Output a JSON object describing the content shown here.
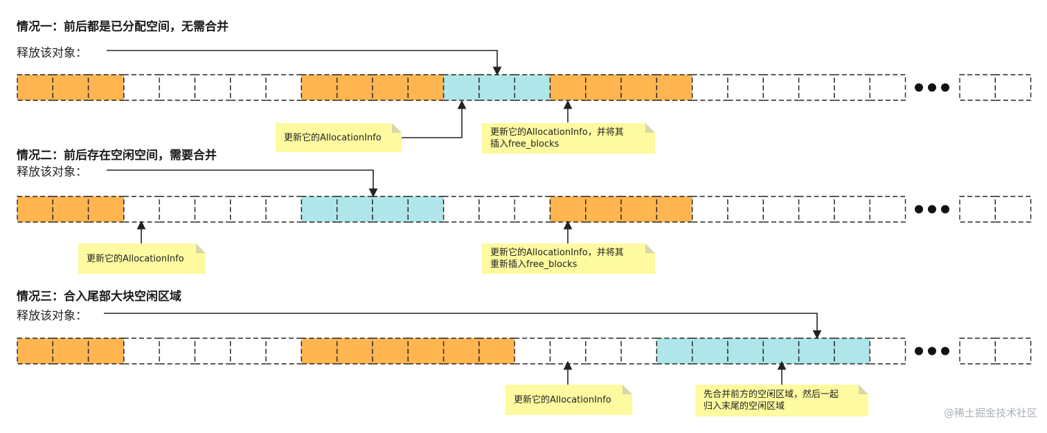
{
  "colors": {
    "allocated": "#ffb550",
    "free": "#aee6ea",
    "empty": "#ffffff",
    "note_bg": "#fdfaa0",
    "line": "#222222"
  },
  "case1": {
    "heading": "情况一：前后都是已分配空间，无需合并",
    "release_label": "释放该对象：",
    "blocks": "AAAEEEEEAAAAFFFAAAAEEEEEEEEEEEEE",
    "note_left": {
      "lines": [
        "更新它的AllocationInfo"
      ]
    },
    "note_right": {
      "lines": [
        "更新它的AllocationInfo，并将其",
        "插入free_blocks"
      ]
    }
  },
  "case2": {
    "heading": "情况二：前后存在空闲空间，需要合并",
    "release_label": "释放该对象：",
    "blocks": "AAAEEEEEFFFFEEEAAAAEEEEEEEEEEEEE",
    "note_left": {
      "lines": [
        "更新它的AllocationInfo"
      ]
    },
    "note_right": {
      "lines": [
        "更新它的AllocationInfo，并将其",
        "重新插入free_blocks"
      ]
    }
  },
  "case3": {
    "heading": "情况三：合入尾部大块空闲区域",
    "release_label": "释放该对象：",
    "blocks": "AAAEEEEEAAAAAAEEEEFFFFFFEEEEEEEE",
    "note_left": {
      "lines": [
        "更新它的AllocationInfo"
      ]
    },
    "note_right": {
      "lines": [
        "先合并前方的空闲区域，然后一起",
        "归入末尾的空闲区域"
      ]
    }
  },
  "watermark": "@稀土掘金技术社区"
}
